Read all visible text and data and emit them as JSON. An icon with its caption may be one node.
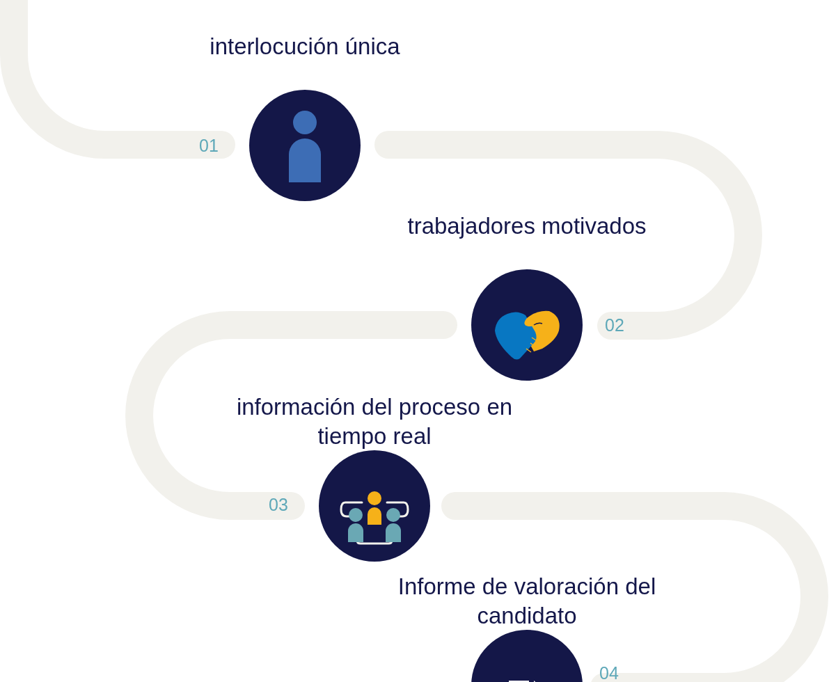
{
  "diagram": {
    "nodes": [
      {
        "text": [
          "interlocución única"
        ],
        "beside": [
          "01"
        ]
      },
      {
        "text": [
          "trabajadores motivados"
        ],
        "beside": [
          "02"
        ]
      },
      {
        "text": [
          "información del proceso en tiempo real"
        ],
        "beside": [
          "03"
        ]
      },
      {
        "text": [
          "Informe de valoración del candidato"
        ],
        "beside": [
          "04"
        ]
      }
    ]
  }
}
